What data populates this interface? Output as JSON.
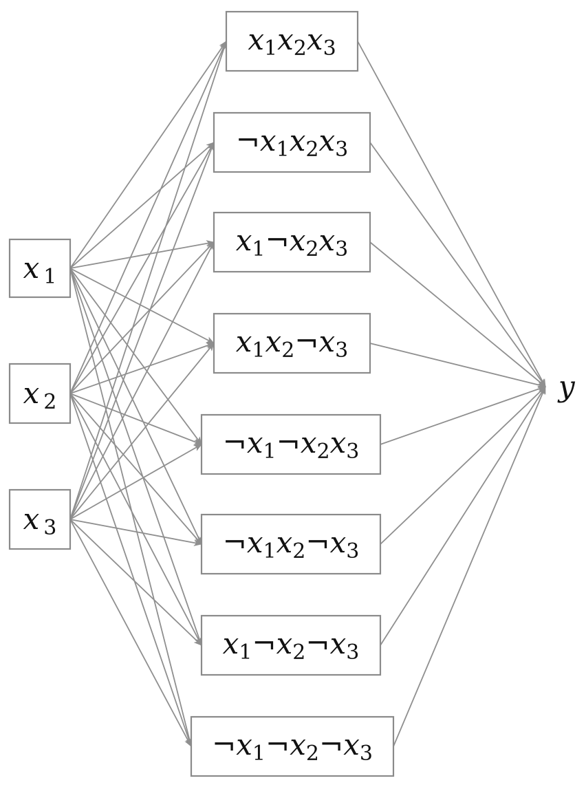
{
  "inputs": [
    {
      "var": "x",
      "sub": "1"
    },
    {
      "var": "x",
      "sub": "2"
    },
    {
      "var": "x",
      "sub": "3"
    }
  ],
  "terms": [
    [
      {
        "neg": false,
        "var": "x",
        "sub": "1"
      },
      {
        "neg": false,
        "var": "x",
        "sub": "2"
      },
      {
        "neg": false,
        "var": "x",
        "sub": "3"
      }
    ],
    [
      {
        "neg": true,
        "var": "x",
        "sub": "1"
      },
      {
        "neg": false,
        "var": "x",
        "sub": "2"
      },
      {
        "neg": false,
        "var": "x",
        "sub": "3"
      }
    ],
    [
      {
        "neg": false,
        "var": "x",
        "sub": "1"
      },
      {
        "neg": true,
        "var": "x",
        "sub": "2"
      },
      {
        "neg": false,
        "var": "x",
        "sub": "3"
      }
    ],
    [
      {
        "neg": false,
        "var": "x",
        "sub": "1"
      },
      {
        "neg": false,
        "var": "x",
        "sub": "2"
      },
      {
        "neg": true,
        "var": "x",
        "sub": "3"
      }
    ],
    [
      {
        "neg": true,
        "var": "x",
        "sub": "1"
      },
      {
        "neg": true,
        "var": "x",
        "sub": "2"
      },
      {
        "neg": false,
        "var": "x",
        "sub": "3"
      }
    ],
    [
      {
        "neg": true,
        "var": "x",
        "sub": "1"
      },
      {
        "neg": false,
        "var": "x",
        "sub": "2"
      },
      {
        "neg": true,
        "var": "x",
        "sub": "3"
      }
    ],
    [
      {
        "neg": false,
        "var": "x",
        "sub": "1"
      },
      {
        "neg": true,
        "var": "x",
        "sub": "2"
      },
      {
        "neg": true,
        "var": "x",
        "sub": "3"
      }
    ],
    [
      {
        "neg": true,
        "var": "x",
        "sub": "1"
      },
      {
        "neg": true,
        "var": "x",
        "sub": "2"
      },
      {
        "neg": true,
        "var": "x",
        "sub": "3"
      }
    ]
  ],
  "output": {
    "label": "y"
  },
  "negation_symbol": "¬",
  "colors": {
    "edge": "#8f8f8f",
    "box_border": "#8a8a8a",
    "text": "#111111"
  }
}
